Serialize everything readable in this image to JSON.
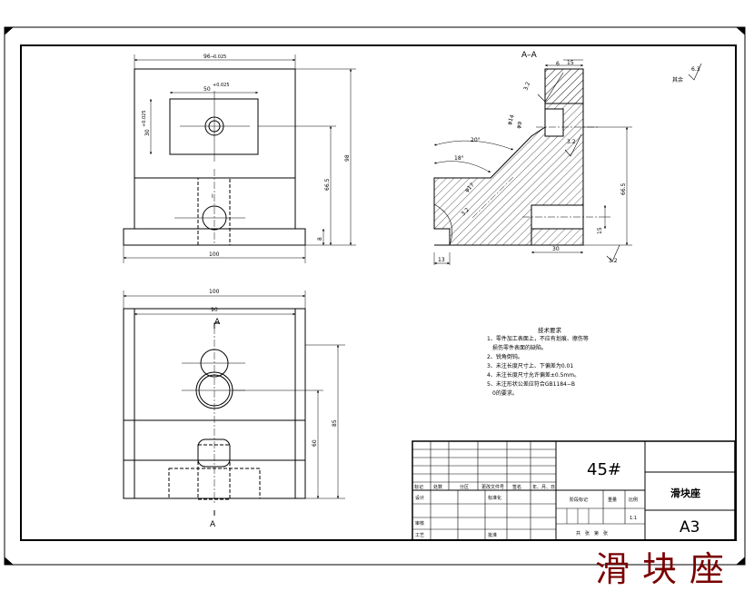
{
  "view_front": {
    "dim_top": "96−",
    "dim_top_tol": "0.025",
    "dim_slot_width": "50",
    "dim_slot_width_tol": "+0.025",
    "dim_slot_height": "30",
    "dim_slot_height_tol": "+0.025",
    "dim_bottom": "100",
    "dim_height_total": "98",
    "dim_height_mid": "66.5",
    "dim_base": "8",
    "section_mark": "I"
  },
  "view_section": {
    "title": "A–A",
    "dim_15": "15",
    "dim_6": "6",
    "rough_32_a": "3.2",
    "rough_32_b": "3.2",
    "rough_32_c": "3.2",
    "dim_phi14": "φ14",
    "dim_phi9": "φ9",
    "angle_20": "20°",
    "angle_18": "18°",
    "dim_phi17": "φ17",
    "dim_32": "3.2",
    "dim_665": "66.5",
    "dim_15b": "15",
    "dim_30": "30",
    "dim_13": "13"
  },
  "rough_general": {
    "label": "其余",
    "value": "6.3"
  },
  "view_top": {
    "dim_width": "100",
    "dim_90": "90",
    "section_mark_top": "A",
    "section_mark_bottom": "A",
    "dim_85": "85",
    "dim_60": "60"
  },
  "notes": {
    "title": "技术要求",
    "lines": [
      "1、零件加工表面上，不应有划痕、擦伤等",
      "　损伤零件表面的缺陷。",
      "2、锐角倒钝。",
      "3、未注长度尺寸上、下偏差为0.01",
      "4、未注长度尺寸允许偏差±0.5mm。",
      "5、未注形状公差应符合GB1184−B",
      "　0的要求。"
    ]
  },
  "title_block": {
    "material": "45#",
    "part_name": "滑块座",
    "sheet_size": "A3",
    "col_labels": [
      "标记",
      "处数",
      "分区",
      "更改文件号",
      "签名",
      "年、月、日"
    ],
    "row_design": "设计",
    "row_std": "标准化",
    "row_review": "审核",
    "row_process": "工艺",
    "row_approve": "批准",
    "stage_label": "阶段标记",
    "weight_label": "重量",
    "scale_label": "比例",
    "scale_value": "1:1",
    "sheets_label": "共　张　第　张"
  },
  "big_title": "滑块座"
}
